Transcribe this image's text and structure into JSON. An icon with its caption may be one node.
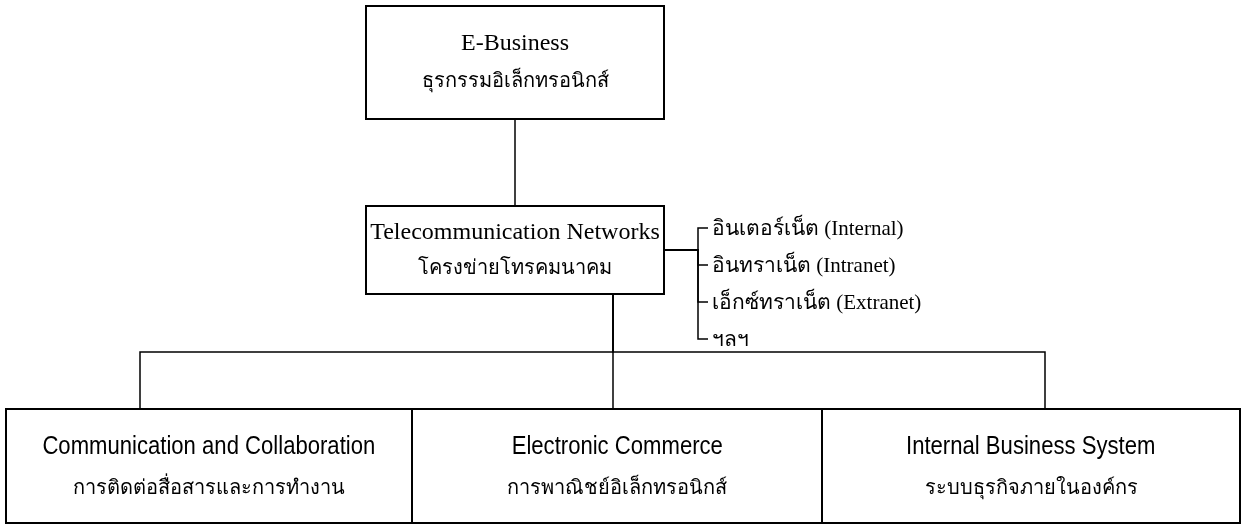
{
  "diagram": {
    "nodes": [
      {
        "text": [
          "E-Business",
          "ธุรกรรมอิเล็กทรอนิกส์"
        ]
      },
      {
        "text": [
          "Telecommunication Networks",
          "โครงข่ายโทรคมนาคม"
        ]
      },
      {
        "text": [
          "อินเตอร์เน็ต (Internal)"
        ]
      },
      {
        "text": [
          "อินทราเน็ต (Intranet)"
        ]
      },
      {
        "text": [
          "เอ็กซ์ทราเน็ต (Extranet)"
        ]
      },
      {
        "text": [
          "ฯลฯ"
        ]
      },
      {
        "text": [
          "Communication and Collaboration",
          "การติดต่อสื่อสารและการทำงาน"
        ]
      },
      {
        "text": [
          "Electronic Commerce",
          "การพาณิชย์อิเล็กทรอนิกส์"
        ]
      },
      {
        "text": [
          "Internal Business System",
          "ระบบธุรกิจภายในองค์กร"
        ]
      }
    ],
    "edges": [
      {
        "from": 0,
        "to": 1,
        "arrow": "none"
      },
      {
        "from": 1,
        "to": 2,
        "arrow": "none"
      },
      {
        "from": 1,
        "to": 3,
        "arrow": "none"
      },
      {
        "from": 1,
        "to": 4,
        "arrow": "none"
      },
      {
        "from": 1,
        "to": 5,
        "arrow": "none"
      },
      {
        "from": 1,
        "to": 6,
        "arrow": "none"
      },
      {
        "from": 1,
        "to": 7,
        "arrow": "none"
      },
      {
        "from": 1,
        "to": 8,
        "arrow": "none"
      }
    ]
  }
}
